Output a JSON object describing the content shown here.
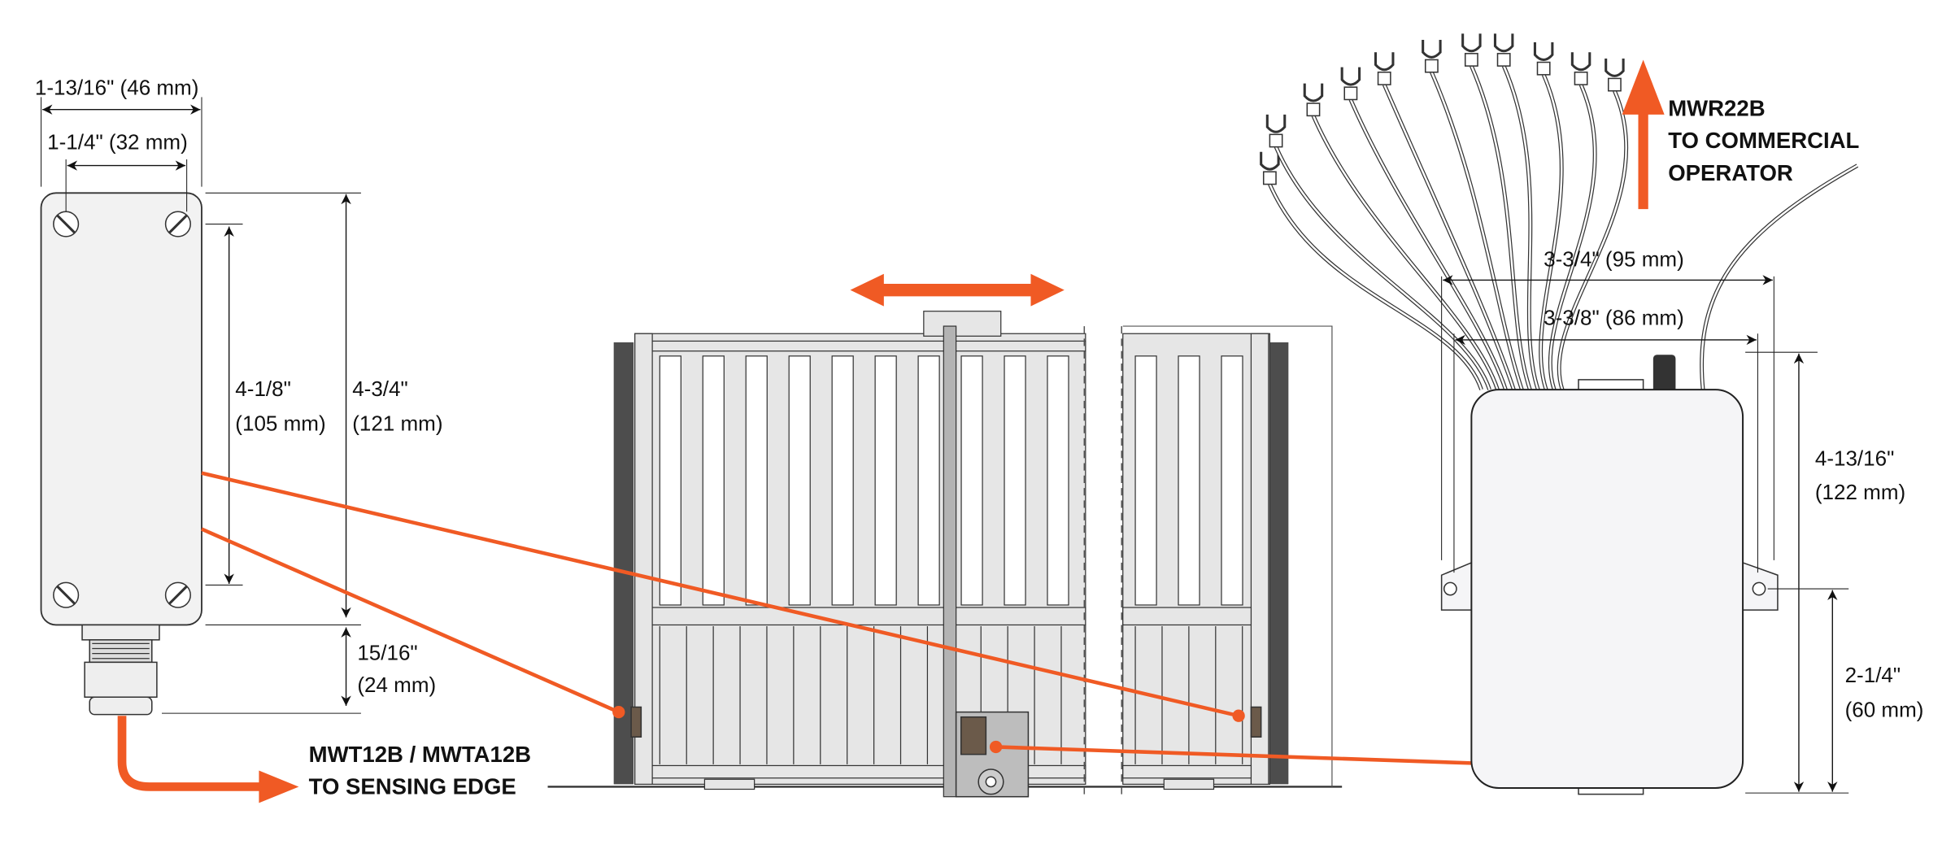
{
  "transmitter": {
    "width_outer": "1-13/16\" (46 mm)",
    "width_inner": "1-1/4\" (32 mm)",
    "height_inner": [
      "4-1/8\"",
      "(105 mm)"
    ],
    "height_outer": [
      "4-3/4\"",
      "(121 mm)"
    ],
    "gland_height": [
      "15/16\"",
      "(24 mm)"
    ],
    "callout": [
      "MWT12B / MWTA12B",
      "TO SENSING EDGE"
    ]
  },
  "receiver": {
    "width_outer": "3-3/4\" (95 mm)",
    "width_inner": "3-3/8\" (86 mm)",
    "height_outer": [
      "4-13/16\"",
      "(122 mm)"
    ],
    "mount_height": [
      "2-1/4\"",
      "(60 mm)"
    ],
    "callout": [
      "MWR22B",
      "TO COMMERCIAL",
      "OPERATOR"
    ]
  },
  "colors": {
    "accent": "#f05a24",
    "post": "#4d4d4d",
    "gate": "#e6e6e6"
  }
}
